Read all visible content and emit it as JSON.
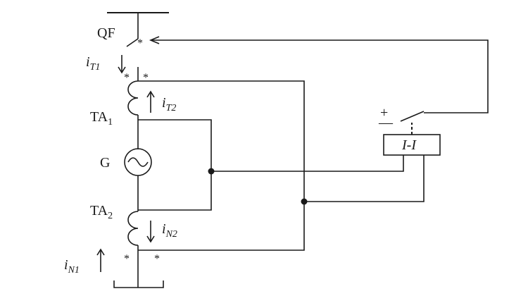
{
  "labels": {
    "qf": "QF",
    "it1_main": "i",
    "it1_sub": "T1",
    "it2_main": "i",
    "it2_sub": "T2",
    "ta1_main": "TA",
    "ta1_sub": "1",
    "g": "G",
    "ta2_main": "TA",
    "ta2_sub": "2",
    "in2_main": "i",
    "in2_sub": "N2",
    "in1_main": "i",
    "in1_sub": "N1",
    "relay": "I-I",
    "plus": "+",
    "minus": "—",
    "star": "*"
  }
}
